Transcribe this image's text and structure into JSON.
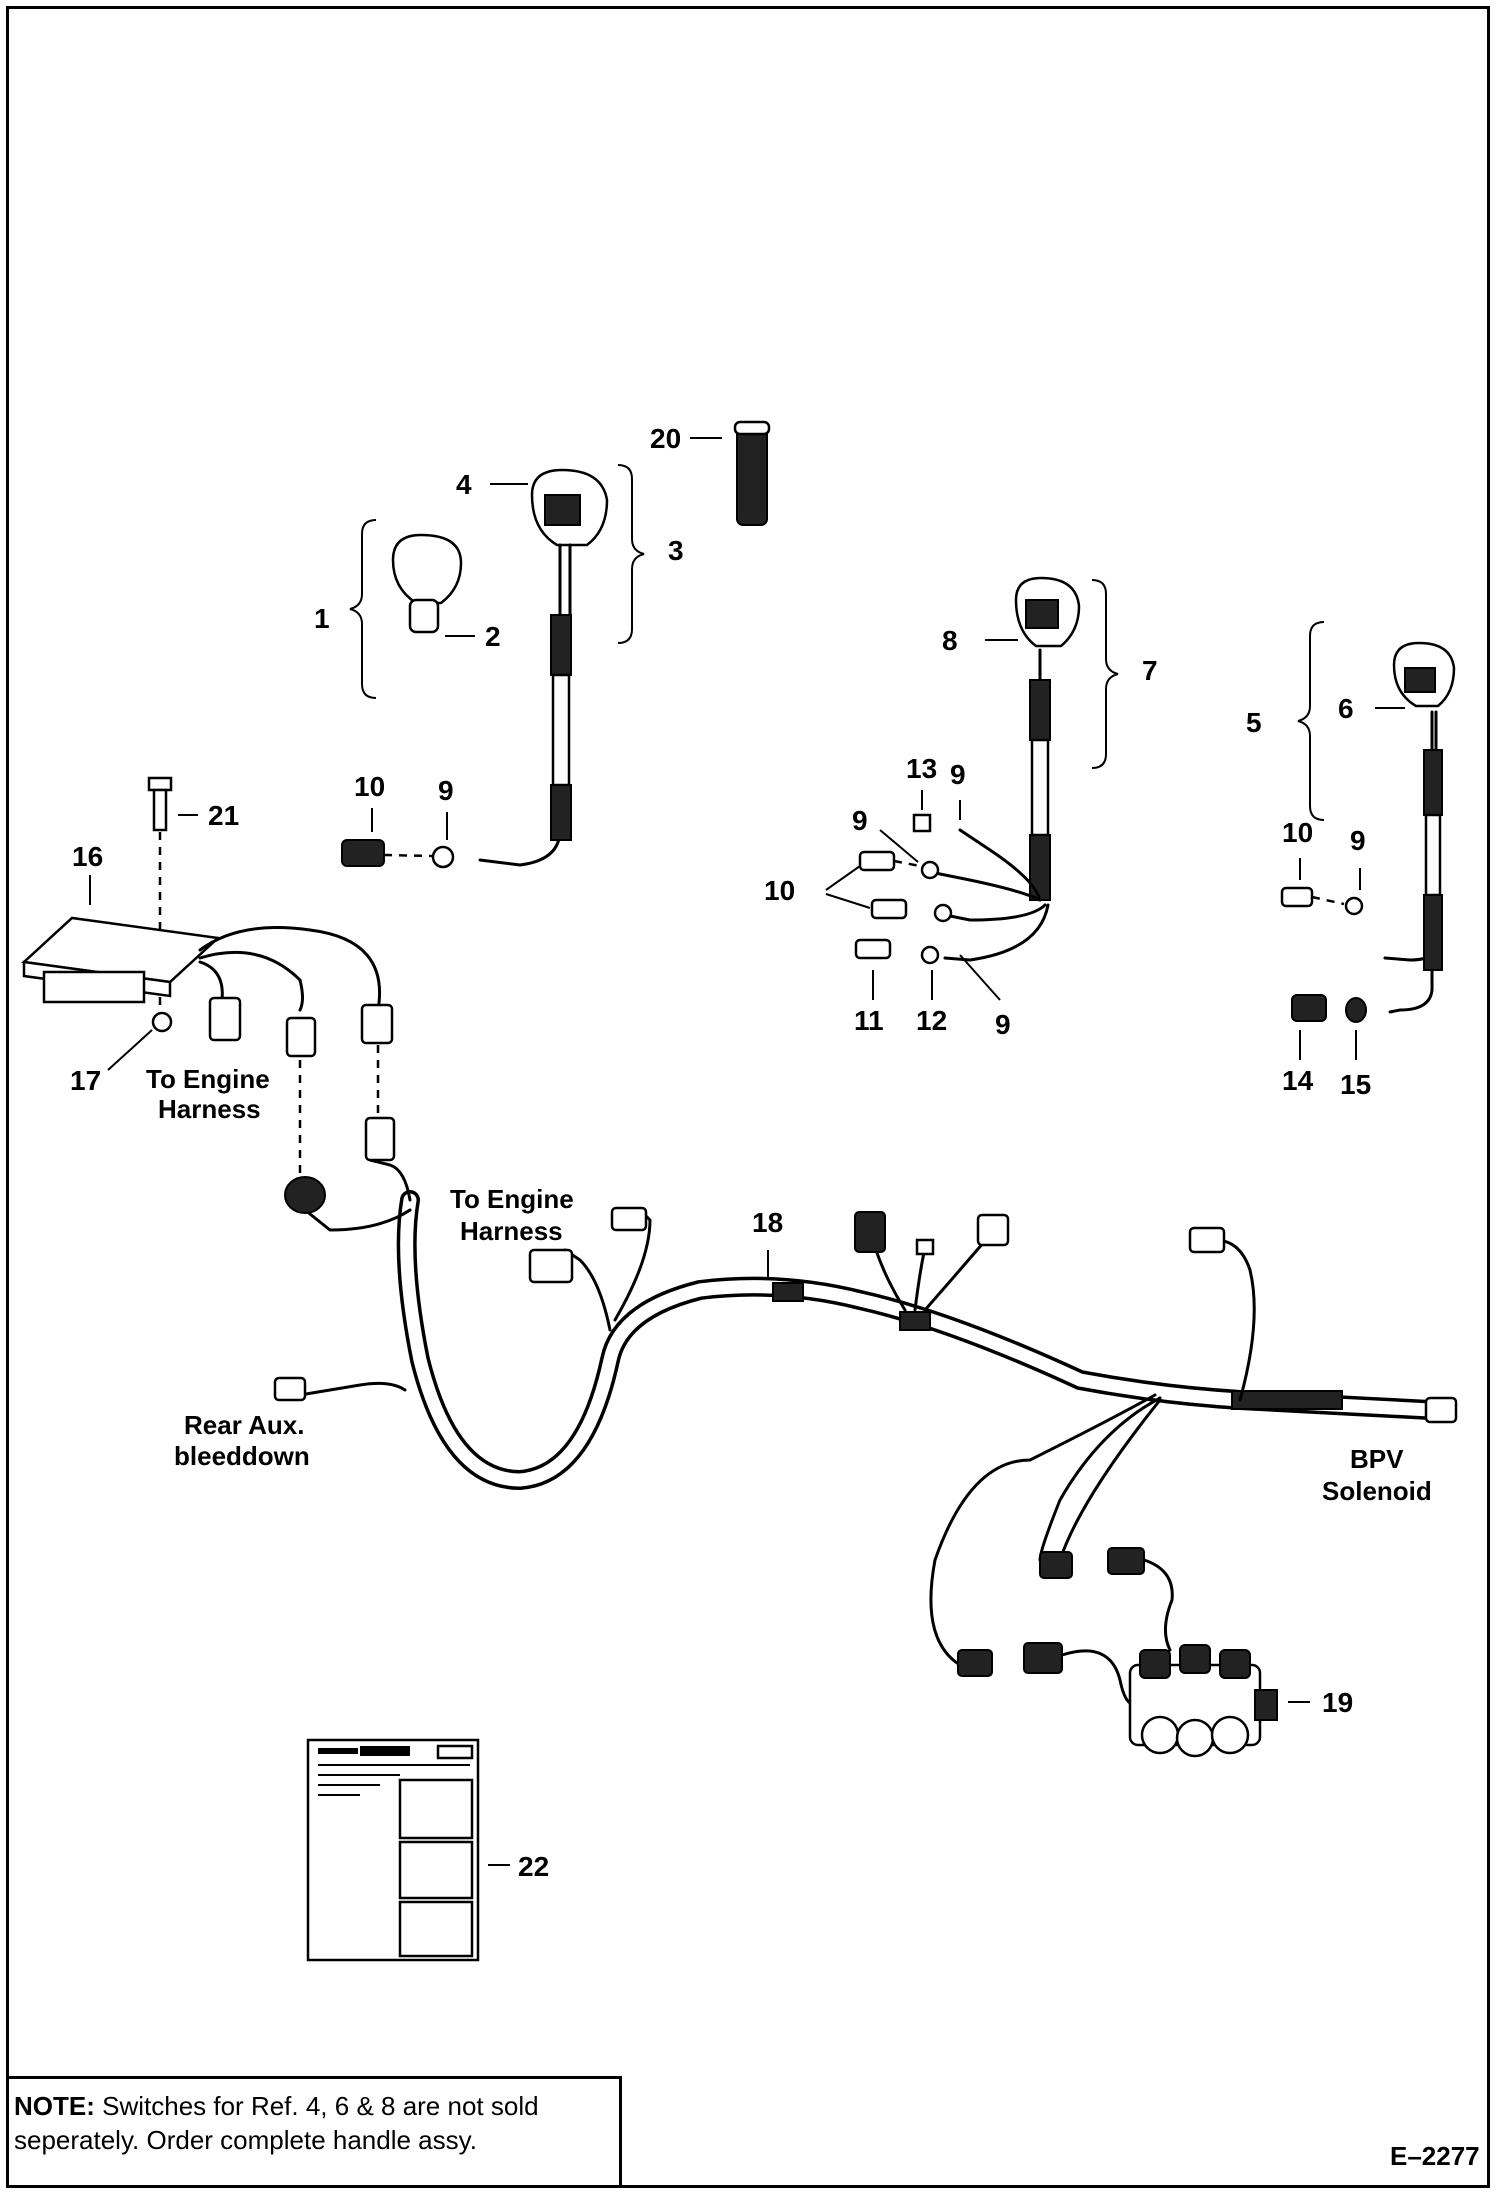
{
  "callouts": {
    "c1": "1",
    "c2": "2",
    "c3": "3",
    "c4": "4",
    "c5": "5",
    "c6": "6",
    "c7": "7",
    "c8": "8",
    "c9a": "9",
    "c9b": "9",
    "c9c": "9",
    "c9d": "9",
    "c9e": "9",
    "c10a": "10",
    "c10b": "10",
    "c10c": "10",
    "c11": "11",
    "c12": "12",
    "c13": "13",
    "c14": "14",
    "c15": "15",
    "c16": "16",
    "c17": "17",
    "c18": "18",
    "c19": "19",
    "c20": "20",
    "c21": "21",
    "c22": "22"
  },
  "labels": {
    "engine_harness_1_line1": "To Engine",
    "engine_harness_1_line2": "Harness",
    "engine_harness_2_line1": "To Engine",
    "engine_harness_2_line2": "Harness",
    "rear_aux_line1": "Rear Aux.",
    "rear_aux_line2": "bleeddown",
    "bpv_line1": "BPV",
    "bpv_line2": "Solenoid"
  },
  "note": {
    "prefix": "NOTE:",
    "line1": " Switches for Ref. 4, 6 & 8 are not sold",
    "line2": "seperately.  Order complete handle assy."
  },
  "figure_id": "E–2277",
  "instruction_sheet": {
    "title": "INSTRUCTIONS"
  }
}
